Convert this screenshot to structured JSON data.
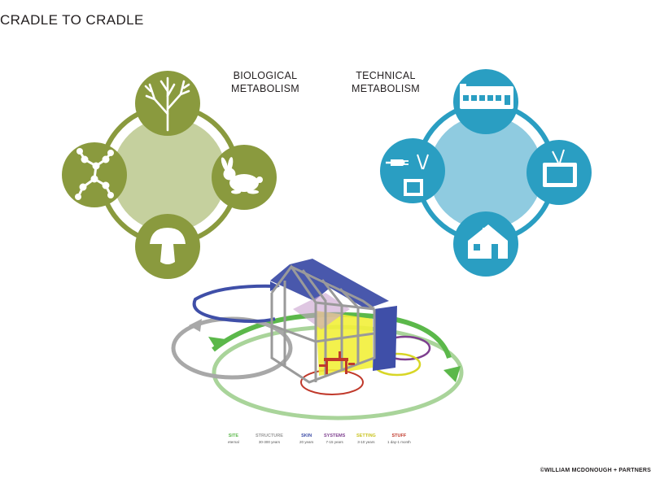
{
  "title": "CRADLE TO CRADLE",
  "biological": {
    "label_line1": "BIOLOGICAL",
    "label_line2": "METABOLISM",
    "color": "#8a9a3e",
    "center_color": "#c5d09e"
  },
  "technical": {
    "label_line1": "TECHNICAL",
    "label_line2": "METABOLISM",
    "color": "#2a9ec2",
    "center_color": "#8fcbe0"
  },
  "legend": [
    {
      "name": "SITE",
      "sub": "eternal",
      "color": "#5bb84a"
    },
    {
      "name": "STRUCTURE",
      "sub": "30-300 years",
      "color": "#9a9a9a"
    },
    {
      "name": "SKIN",
      "sub": "20 years",
      "color": "#3f4fa8"
    },
    {
      "name": "SYSTEMS",
      "sub": "7-15 years",
      "color": "#7e3f8f"
    },
    {
      "name": "SETTING",
      "sub": "3-10 years",
      "color": "#d8d626"
    },
    {
      "name": "STUFF",
      "sub": "1 day-1 month",
      "color": "#c0392b"
    }
  ],
  "credit": "©WILLIAM MCDONOUGH + PARTNERS"
}
